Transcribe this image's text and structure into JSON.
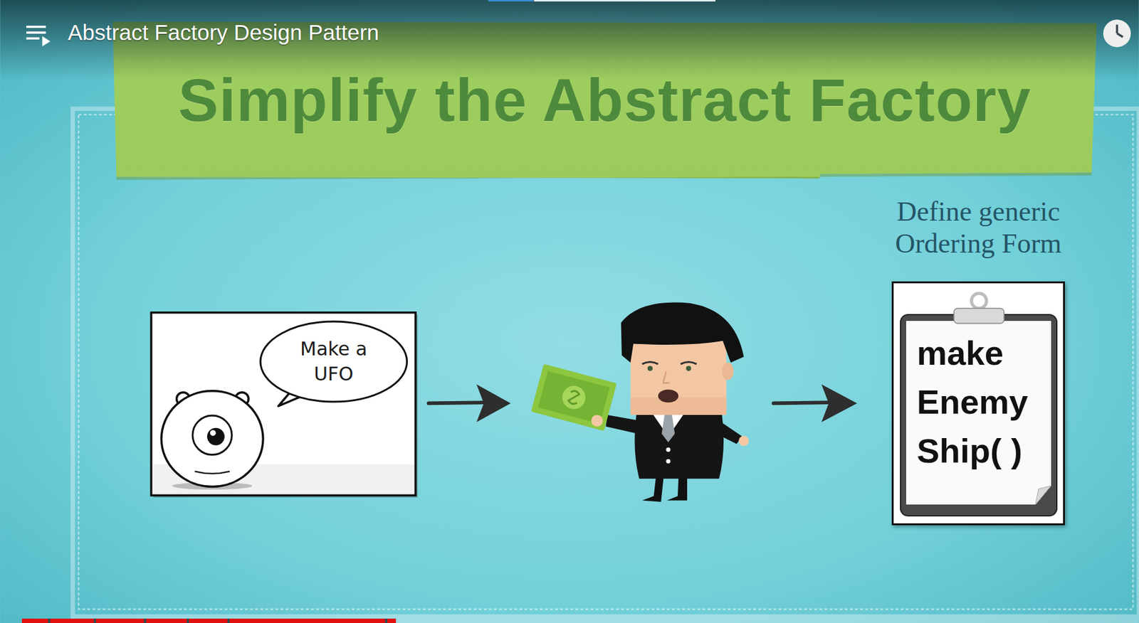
{
  "diagram": {
    "title": "Simplify the Abstract Factory",
    "nodes": [
      {
        "text": [
          "Make a UFO"
        ]
      },
      {
        "text": [
          "Define generic Ordering Form",
          "make Enemy Ship( )"
        ]
      }
    ],
    "labels": [
      "Abstract Factory Design Pattern"
    ]
  }
}
